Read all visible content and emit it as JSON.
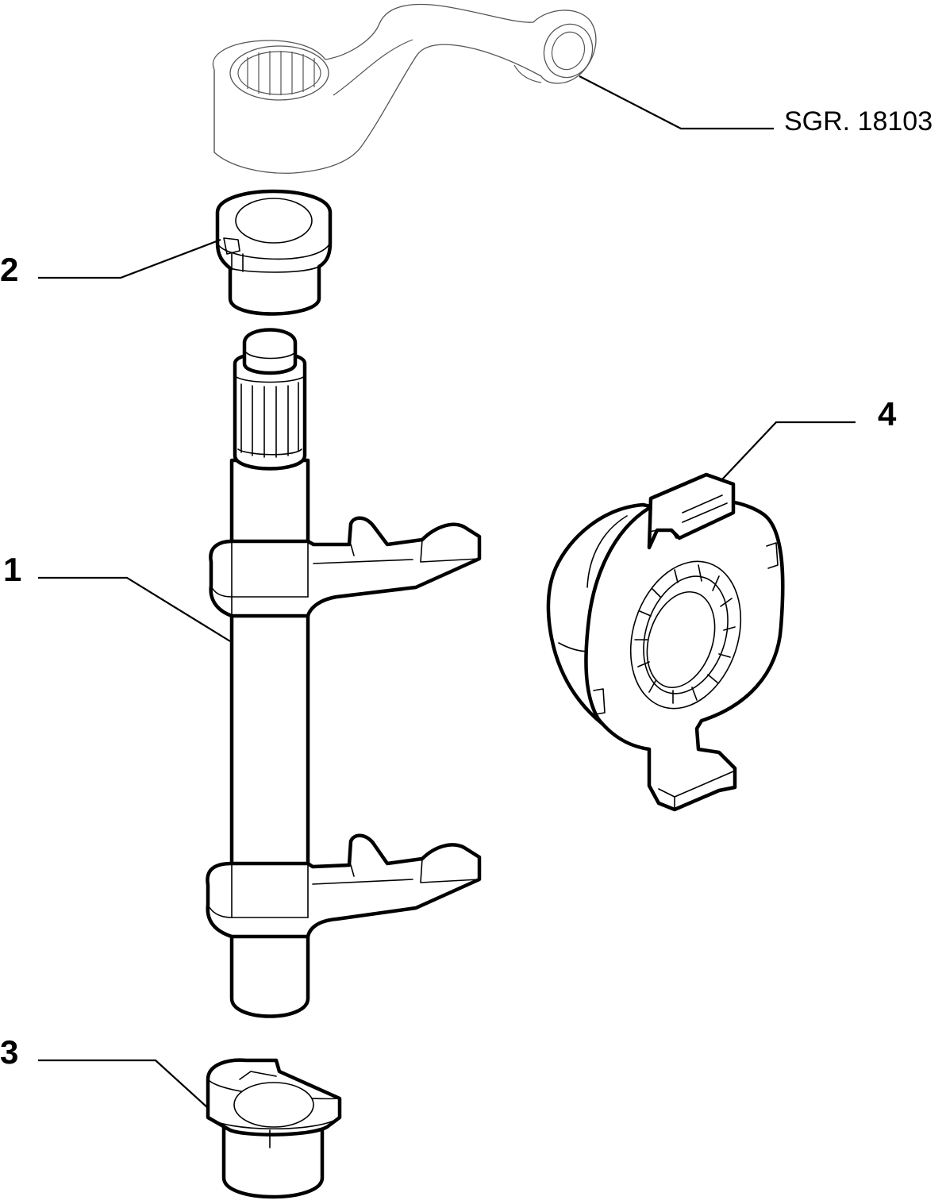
{
  "diagram": {
    "reference_label": "SGR. 18103",
    "callouts": [
      {
        "id": "1",
        "label": "1"
      },
      {
        "id": "2",
        "label": "2"
      },
      {
        "id": "3",
        "label": "3"
      },
      {
        "id": "4",
        "label": "4"
      }
    ]
  }
}
